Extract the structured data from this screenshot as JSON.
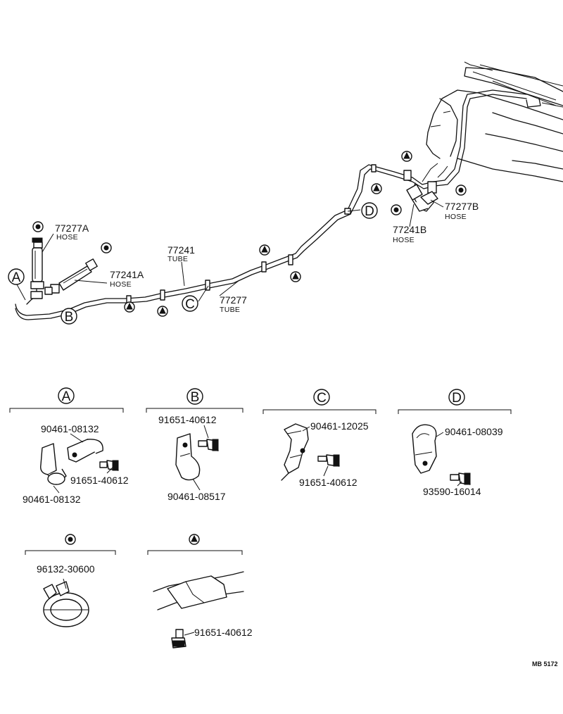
{
  "callouts": {
    "a": "A",
    "b": "B",
    "c": "C",
    "d": "D"
  },
  "main_parts": {
    "hose_77277a": {
      "number": "77277A",
      "kind": "HOSE"
    },
    "hose_77241a": {
      "number": "77241A",
      "kind": "HOSE"
    },
    "tube_77241": {
      "number": "77241",
      "kind": "TUBE"
    },
    "tube_77277": {
      "number": "77277",
      "kind": "TUBE"
    },
    "hose_77241b": {
      "number": "77241B",
      "kind": "HOSE"
    },
    "hose_77277b": {
      "number": "77277B",
      "kind": "HOSE"
    }
  },
  "details": {
    "a": {
      "label": "A",
      "parts": [
        "90461-08132",
        "91651-40612",
        "90461-08132"
      ]
    },
    "b": {
      "label": "B",
      "parts": [
        "91651-40612",
        "90461-08517"
      ]
    },
    "c": {
      "label": "C",
      "parts": [
        "90461-12025",
        "91651-40612"
      ]
    },
    "d": {
      "label": "D",
      "parts": [
        "90461-08039",
        "93590-16014"
      ]
    },
    "clip": {
      "parts": [
        "96132-30600"
      ]
    },
    "triangle": {
      "parts": [
        "91651-40612"
      ]
    }
  },
  "reference_code": "MB 5172"
}
